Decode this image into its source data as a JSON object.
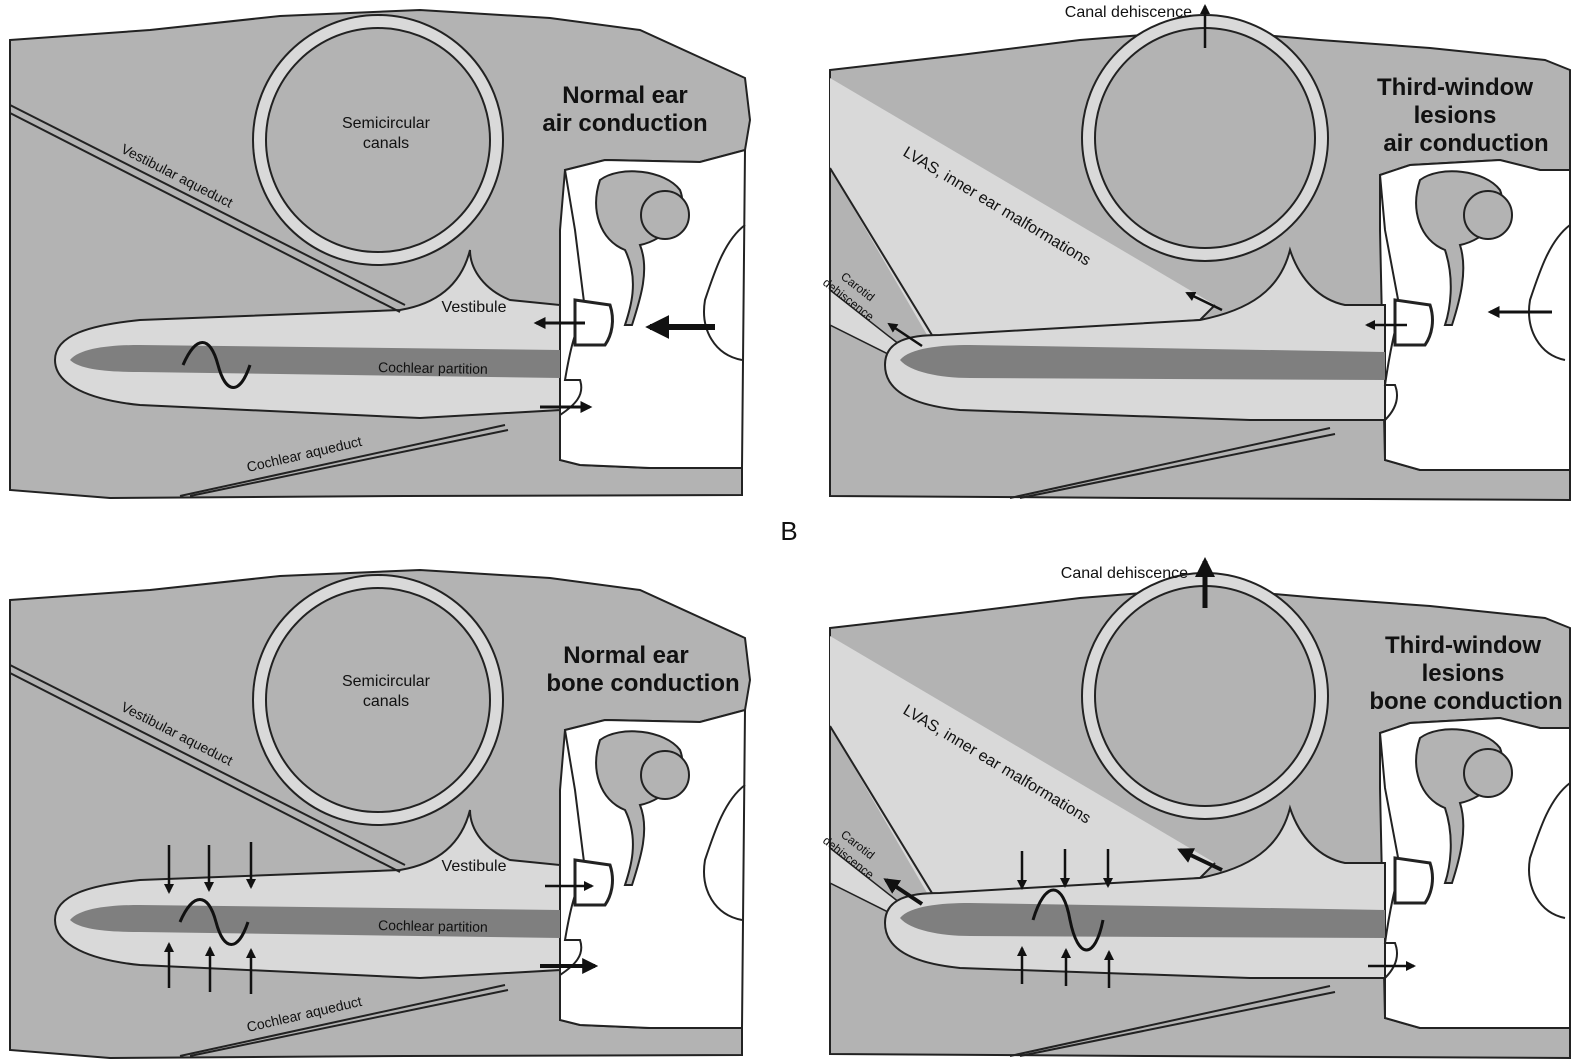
{
  "panel_b_label": "B",
  "colors": {
    "bone": "#b3b3b3",
    "fluid": "#d9d9d9",
    "partition": "#7f7f7f",
    "outline": "#222222",
    "background": "#ffffff"
  },
  "panels": [
    {
      "title_lines": [
        "Normal ear",
        "air conduction"
      ],
      "semicircular_label": [
        "Semicircular",
        "canals"
      ],
      "vestibule_label": "Vestibule",
      "partition_label": "Cochlear partition",
      "vestibular_aqueduct_label": "Vestibular aqueduct",
      "cochlear_aqueduct_label": "Cochlear aqueduct"
    },
    {
      "title_lines": [
        "Third-window",
        "lesions",
        "air conduction"
      ],
      "canal_dehiscence_label": "Canal dehiscence",
      "lvas_label": "LVAS, inner ear malformations",
      "carotid_label": [
        "Carotid",
        "dehiscence"
      ]
    },
    {
      "title_lines": [
        "Normal ear",
        "bone conduction"
      ],
      "semicircular_label": [
        "Semicircular",
        "canals"
      ],
      "vestibule_label": "Vestibule",
      "partition_label": "Cochlear partition",
      "vestibular_aqueduct_label": "Vestibular aqueduct",
      "cochlear_aqueduct_label": "Cochlear aqueduct"
    },
    {
      "title_lines": [
        "Third-window",
        "lesions",
        "bone conduction"
      ],
      "canal_dehiscence_label": "Canal dehiscence",
      "lvas_label": "LVAS, inner ear malformations",
      "carotid_label": [
        "Carotid",
        "dehiscence"
      ]
    }
  ]
}
